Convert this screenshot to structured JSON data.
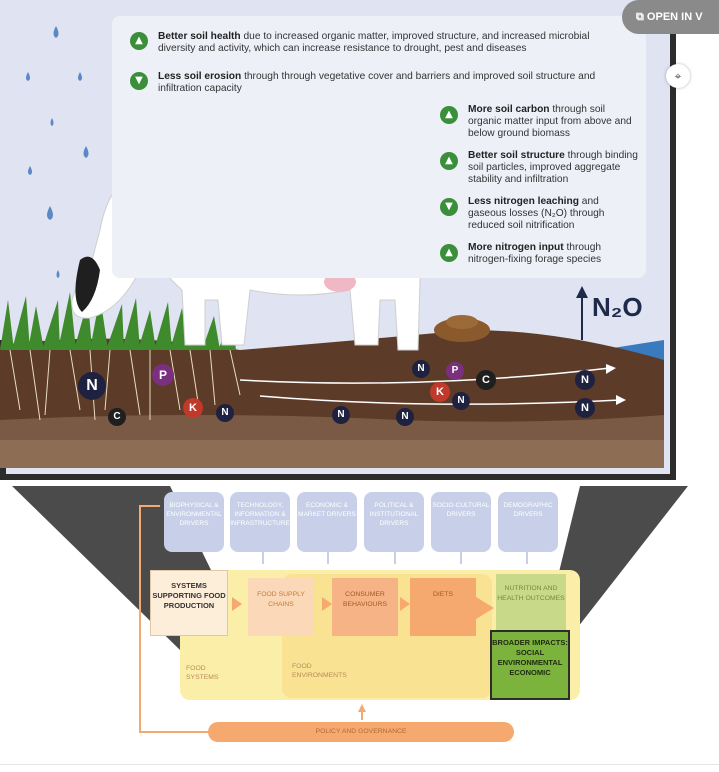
{
  "toolbar": {
    "open_label": "OPEN IN V"
  },
  "benefits": {
    "soil_health": {
      "bold": "Better soil health",
      "text": " due to increased organic matter, improved structure, and increased microbial diversity and activity, which can increase resistance to drought, pest and diseases"
    },
    "soil_erosion": {
      "bold": "Less soil erosion",
      "text": " through through vegetative cover and barriers and improved soil structure and infiltration capacity"
    },
    "soil_carbon": {
      "bold": "More soil carbon",
      "text": " through soil organic matter input from above and below ground biomass"
    },
    "soil_structure": {
      "bold": "Better soil structure",
      "text": " through binding soil particles, improved aggregate stability and infiltration"
    },
    "nitrogen_leaching": {
      "bold": "Less nitrogen leaching",
      "text": " and gaseous losses (N₂O) through reduced soil nitrification"
    },
    "nitrogen_input": {
      "bold": "More nitrogen input",
      "text": " through nitrogen-fixing forage species"
    }
  },
  "emission_label": "N₂O",
  "nutrients": {
    "n": "N",
    "p": "P",
    "k": "K",
    "c": "C"
  },
  "drivers": [
    "BIOPHYSICAL & ENVIRONMENTAL DRIVERS",
    "TECHNOLOGY, INFORMATION & INFRASTRUCTURE",
    "ECONOMIC & MARKET DRIVERS",
    "POLITICAL & INSTITUTIONAL DRIVERS",
    "SOCIO-CULTURAL DRIVERS",
    "DEMOGRAPHIC DRIVERS"
  ],
  "framework": {
    "systems": "SYSTEMS SUPPORTING FOOD PRODUCTION",
    "supply": "FOOD SUPPLY CHAINS",
    "consumer": "CONSUMER BEHAVIOURS",
    "diets": "DIETS",
    "nutrition": "NUTRITION AND HEALTH OUTCOMES",
    "impacts": "BROADER IMPACTS: SOCIAL ENVIRONMENTAL ECONOMIC",
    "food_systems": "FOOD SYSTEMS",
    "food_env": "FOOD ENVIRONMENTS",
    "policy": "POLICY AND GOVERNANCE"
  },
  "colors": {
    "frame": "#2c2c2c",
    "sky": "#dfe3f2",
    "soil": "#6b4a35",
    "green_badge": "#3b8f3b",
    "driver": "#c7d0e8",
    "orange": "#f6a96e",
    "yellow": "#fbeea8",
    "impact_green": "#7bb33d"
  }
}
